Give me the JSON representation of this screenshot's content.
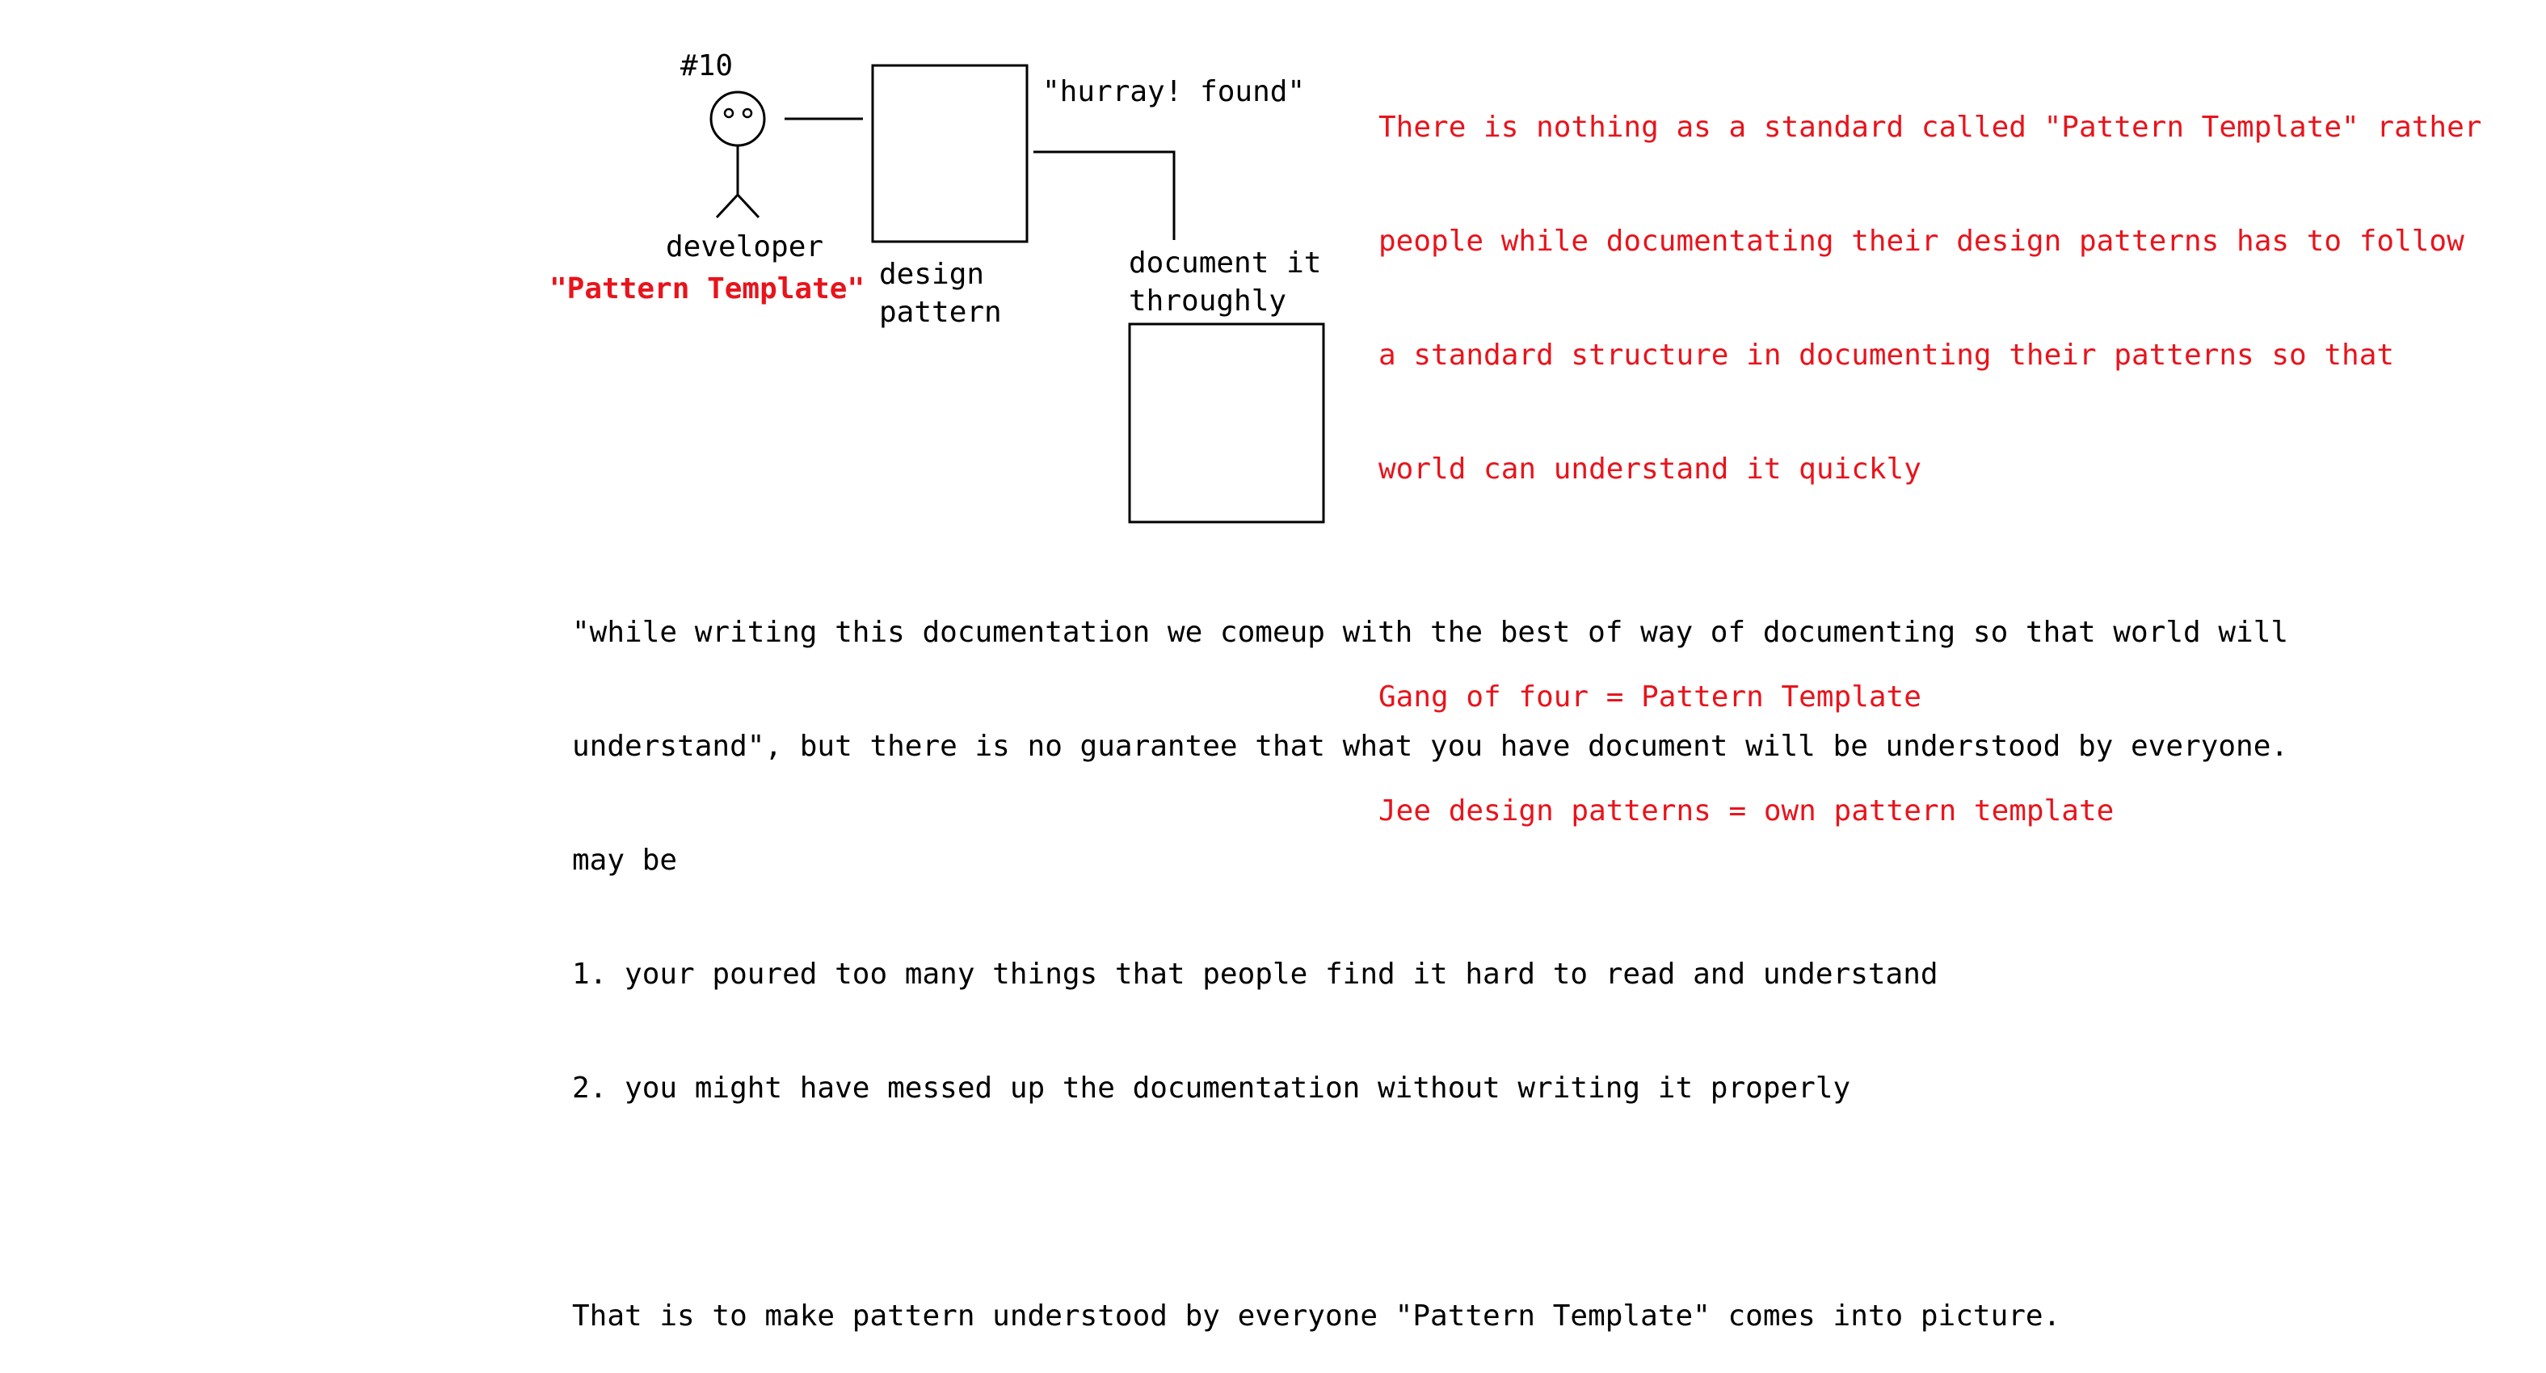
{
  "labels": {
    "number_tag": "#10",
    "developer": "developer",
    "pattern_template": "\"Pattern Template\"",
    "design": "design",
    "pattern": "pattern",
    "hurray": "\"hurray! found\"",
    "document_it": "document it",
    "throughly": "throughly"
  },
  "note": {
    "lines": [
      "There is nothing as a standard called \"Pattern Template\" rather",
      "people while documentating their design patterns has to follow",
      "a standard structure in documenting their patterns so that",
      "world can understand it quickly"
    ],
    "gang_of_four": "Gang of four = Pattern Template",
    "jee": "Jee design patterns = own pattern template"
  },
  "body": {
    "line1": "\"while writing this documentation we comeup with the best of way of documenting so that world will",
    "line2": "understand\", but there is no guarantee that what you have document will be understood by everyone.",
    "line3": "may be",
    "item1": "1. your poured too many things that people find it hard to read and understand",
    "item2": "2. you might have messed up the documentation without writing it properly",
    "conclusion": "That is to make pattern understood by everyone \"Pattern Template\" comes into picture."
  },
  "colors": {
    "ink": "#000000",
    "note_red": "#e8141c"
  }
}
